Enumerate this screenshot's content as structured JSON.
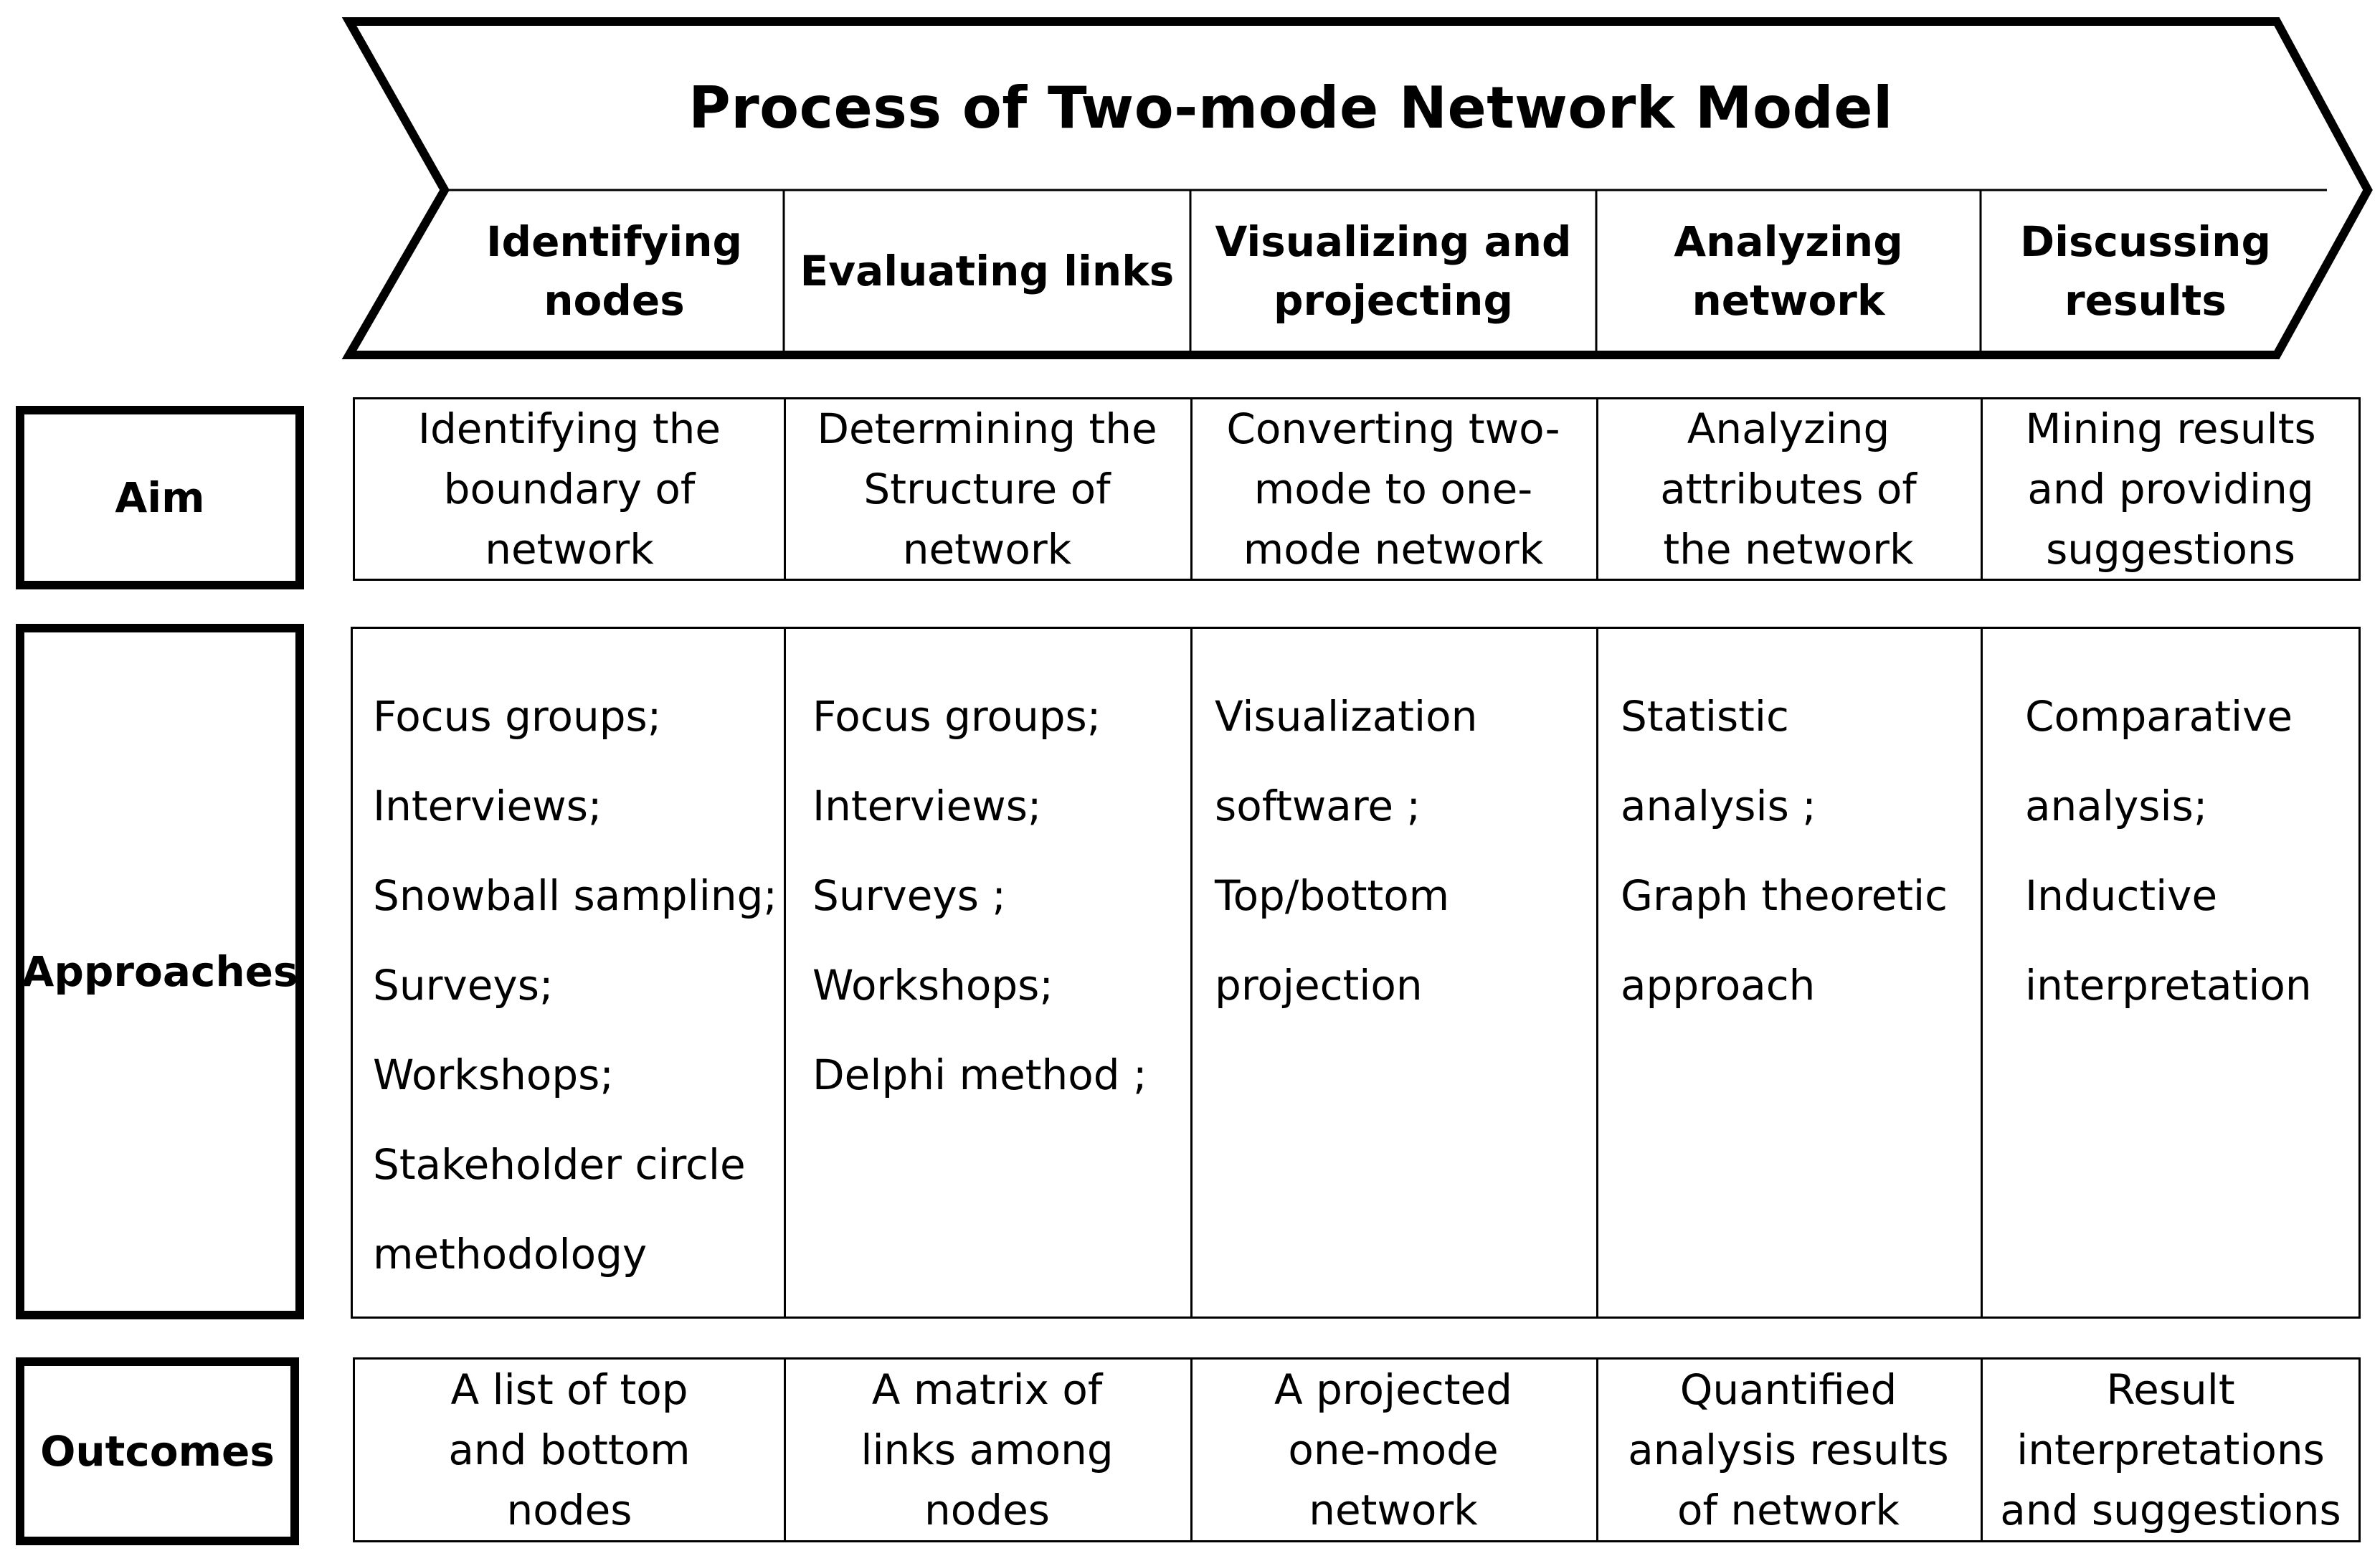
{
  "title": "Process of Two-mode Network Model",
  "stages": [
    "Identifying nodes",
    "Evaluating links",
    "Visualizing and projecting",
    "Analyzing network",
    "Discussing results"
  ],
  "row_labels": {
    "aim": "Aim",
    "approaches": "Approaches",
    "outcomes": "Outcomes"
  },
  "aim": [
    "Identifying the boundary of network",
    "Determining the Structure of network",
    "Converting two-mode to one-mode network",
    "Analyzing attributes of the network",
    "Mining results and providing suggestions"
  ],
  "approaches": [
    [
      "Focus groups;",
      "Interviews;",
      "Snowball sampling;",
      "Surveys;",
      "Workshops;",
      "Stakeholder circle",
      "methodology"
    ],
    [
      "Focus groups;",
      "Interviews;",
      "Surveys ;",
      "Workshops;",
      "Delphi method ;"
    ],
    [
      "Visualization",
      "software ;",
      "Top/bottom",
      "projection"
    ],
    [
      "Statistic",
      "analysis ;",
      "Graph theoretic",
      "approach"
    ],
    [
      "Comparative",
      "analysis;",
      "Inductive",
      "interpretation"
    ]
  ],
  "outcomes": [
    "A list of top and bottom nodes",
    "A matrix of links among nodes",
    "A projected one-mode network",
    "Quantified analysis results of network",
    "Result interpretations and suggestions"
  ]
}
